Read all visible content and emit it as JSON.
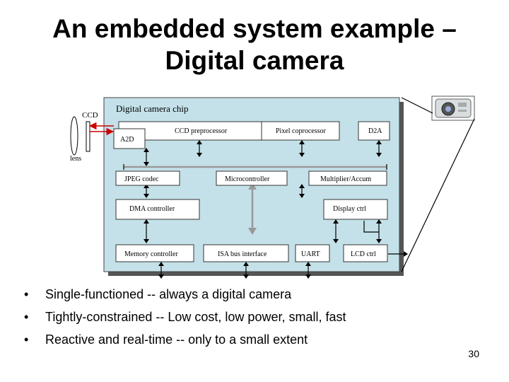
{
  "title": {
    "line1": "An embedded system example –",
    "line2": "Digital camera"
  },
  "diagram": {
    "chip_title": "Digital camera chip",
    "ccd_label": "CCD",
    "lens_label": "lens",
    "blocks": {
      "a2d": "A2D",
      "ccd_preprocessor": "CCD preprocessor",
      "pixel_coprocessor": "Pixel coprocessor",
      "d2a": "D2A",
      "jpeg_codec": "JPEG codec",
      "microcontroller": "Microcontroller",
      "multiplier_accum": "Multiplier/Accum",
      "dma_controller": "DMA controller",
      "display_ctrl": "Display ctrl",
      "memory_controller": "Memory controller",
      "isa_bus_interface": "ISA bus interface",
      "uart": "UART",
      "lcd_ctrl": "LCD ctrl"
    },
    "colors": {
      "chip_fill": "#c4e1e9",
      "bus": "#999999",
      "signal_arrow": "#cc0000"
    }
  },
  "bullets": [
    "Single-functioned -- always a digital camera",
    "Tightly-constrained -- Low cost, low power, small, fast",
    "Reactive and real-time -- only to a small extent"
  ],
  "page_number": "30"
}
